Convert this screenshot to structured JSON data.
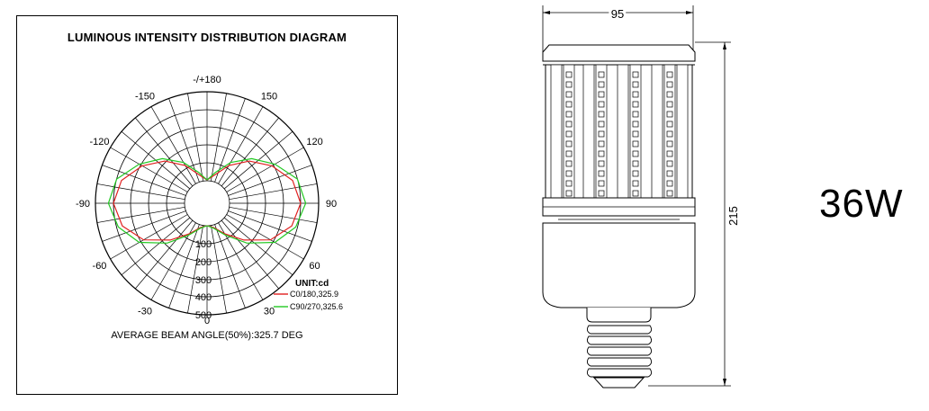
{
  "diagram": {
    "title": "LUMINOUS INTENSITY DISTRIBUTION DIAGRAM",
    "footer": "AVERAGE BEAM ANGLE(50%):325.7 DEG",
    "unit_label": "UNIT:cd",
    "angle_labels": [
      "-/+180",
      "-150",
      "150",
      "-120",
      "120",
      "-90",
      "90",
      "-60",
      "60",
      "-30",
      "30",
      "0"
    ],
    "radial_labels": [
      "100",
      "200",
      "300",
      "400",
      "500"
    ],
    "legend": [
      {
        "label": "C0/180,325.9",
        "color": "#e02020"
      },
      {
        "label": "C90/270,325.6",
        "color": "#22c922"
      }
    ]
  },
  "chart_data": {
    "type": "polar",
    "title": "LUMINOUS INTENSITY DISTRIBUTION DIAGRAM",
    "unit": "cd",
    "rlim": [
      0,
      500
    ],
    "rticks": [
      100,
      200,
      300,
      400,
      500
    ],
    "angle_ticks_deg": [
      -180,
      -150,
      -120,
      -90,
      -60,
      -30,
      0,
      30,
      60,
      90,
      120,
      150,
      180
    ],
    "grid": true,
    "legend_position": "bottom-right",
    "series": [
      {
        "name": "C0/180,325.9",
        "color": "#e02020",
        "angles": [
          0,
          15,
          30,
          45,
          60,
          75,
          90,
          105,
          120,
          135,
          150,
          165,
          180
        ],
        "values": [
          5,
          40,
          125,
          220,
          310,
          390,
          420,
          385,
          300,
          175,
          75,
          15,
          0
        ]
      },
      {
        "name": "C90/270,325.6",
        "color": "#22c922",
        "angles": [
          0,
          15,
          30,
          45,
          60,
          75,
          90,
          105,
          120,
          135,
          150,
          165,
          180
        ],
        "values": [
          5,
          55,
          145,
          240,
          330,
          420,
          450,
          410,
          330,
          200,
          85,
          20,
          0
        ]
      }
    ]
  },
  "drawing": {
    "width_label": "95",
    "height_label": "215"
  },
  "product": {
    "wattage": "36W"
  }
}
